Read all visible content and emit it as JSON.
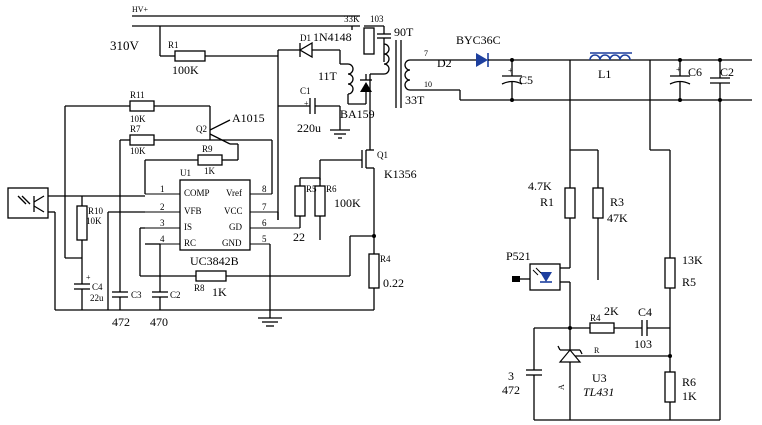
{
  "rails": {
    "hv_plus": "HV+",
    "v310": "310V"
  },
  "primary": {
    "r1": {
      "ref": "R1",
      "value": "100K"
    },
    "d1": {
      "ref": "D1",
      "part": "1N4148"
    },
    "res_33k": {
      "value": "33K"
    },
    "cap_103": {
      "value": "103"
    },
    "winding_90t": {
      "turns": "90T"
    },
    "winding_11t": {
      "turns": "11T"
    },
    "c1": {
      "ref": "C1",
      "value": "220u"
    },
    "d_ba159": {
      "part": "BA159"
    },
    "q1": {
      "ref": "Q1",
      "part": "K1356"
    },
    "r5": {
      "ref": "R5",
      "value": "22"
    },
    "r6": {
      "ref": "R6",
      "value": "100K"
    },
    "r4": {
      "ref": "R4",
      "value": "0.22"
    },
    "r11": {
      "ref": "R11",
      "value": "10K"
    },
    "r7": {
      "ref": "R7",
      "value": "10K"
    },
    "q2": {
      "ref": "Q2",
      "part": "A1015"
    },
    "r9": {
      "ref": "R9",
      "value": "1K"
    },
    "r10": {
      "ref": "R10",
      "value": "10K"
    },
    "c4_left": {
      "ref": "C4",
      "value": "22u"
    },
    "c3": {
      "ref": "C3",
      "value": "472"
    },
    "c2_left": {
      "ref": "C2",
      "value": "470"
    },
    "r8": {
      "ref": "R8",
      "value": "1K"
    },
    "ic": {
      "ref": "U1",
      "part": "UC3842B",
      "pins_left": [
        {
          "num": "1",
          "name": "COMP"
        },
        {
          "num": "2",
          "name": "VFB"
        },
        {
          "num": "3",
          "name": "IS"
        },
        {
          "num": "4",
          "name": "RC"
        }
      ],
      "pins_right": [
        {
          "num": "8",
          "name": "Vref"
        },
        {
          "num": "7",
          "name": "VCC"
        },
        {
          "num": "6",
          "name": "GD"
        },
        {
          "num": "5",
          "name": "GND"
        }
      ]
    }
  },
  "transformer": {
    "pin7": "7",
    "pin10": "10",
    "secondary_turns": "33T"
  },
  "secondary": {
    "d2": {
      "ref": "D2",
      "part": "BYC36C"
    },
    "c5": {
      "ref": "C5"
    },
    "l1": {
      "ref": "L1"
    },
    "c6": {
      "ref": "C6"
    },
    "c2": {
      "ref": "C2"
    },
    "r1": {
      "ref": "R1",
      "value": "4.7K"
    },
    "r3": {
      "ref": "R3",
      "value": "47K"
    },
    "optocoupler": {
      "part": "P521"
    },
    "r5": {
      "ref": "R5",
      "value": "13K"
    },
    "r4": {
      "ref": "R4",
      "value": "2K"
    },
    "c4": {
      "ref": "C4",
      "value": "103"
    },
    "c3": {
      "ref": "3",
      "value": "472"
    },
    "u3": {
      "ref": "U3",
      "part": "TL431",
      "pin_r": "R",
      "pin_a": "A"
    },
    "r6": {
      "ref": "R6",
      "value": "1K"
    }
  }
}
